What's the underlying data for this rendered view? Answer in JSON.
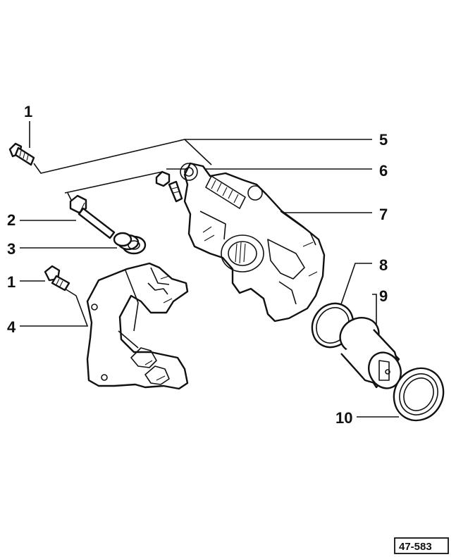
{
  "figure": {
    "reference": "47-583",
    "callouts": [
      {
        "id": "c1-top",
        "label": "1"
      },
      {
        "id": "c2",
        "label": "2"
      },
      {
        "id": "c3",
        "label": "3"
      },
      {
        "id": "c1-bottom",
        "label": "1"
      },
      {
        "id": "c4",
        "label": "4"
      },
      {
        "id": "c5",
        "label": "5"
      },
      {
        "id": "c6",
        "label": "6"
      },
      {
        "id": "c7",
        "label": "7"
      },
      {
        "id": "c8",
        "label": "8"
      },
      {
        "id": "c9",
        "label": "9"
      },
      {
        "id": "c10",
        "label": "10"
      }
    ]
  }
}
